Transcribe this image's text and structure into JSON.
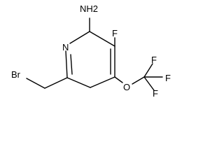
{
  "structure": {
    "labels": {
      "amine": "NH2",
      "ring_nitrogen": "N",
      "fluorine": "F",
      "ether_oxygen": "O",
      "bromine": "Br",
      "cf3_fluorine_top": "F",
      "cf3_fluorine_right": "F",
      "cf3_fluorine_bottom": "F"
    }
  }
}
